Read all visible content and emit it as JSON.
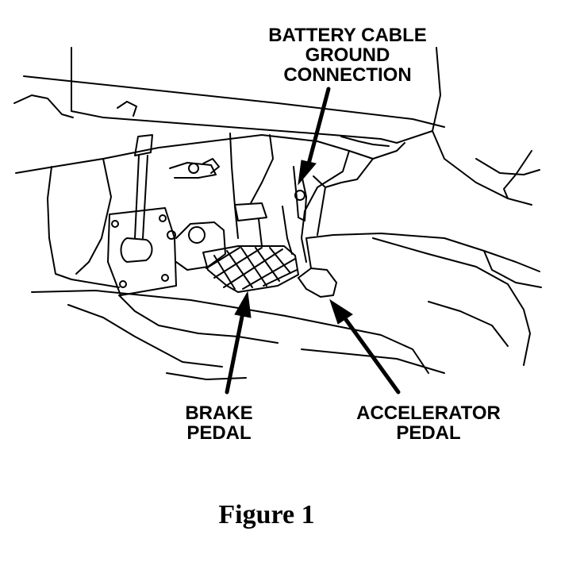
{
  "callouts": {
    "battery_ground": [
      "BATTERY CABLE",
      "GROUND",
      "CONNECTION"
    ],
    "brake_pedal": [
      "BRAKE",
      "PEDAL"
    ],
    "accelerator_pedal": [
      "ACCELERATOR",
      "PEDAL"
    ]
  },
  "caption": "Figure 1",
  "colors": {
    "ink": "#000000",
    "paper": "#ffffff"
  }
}
